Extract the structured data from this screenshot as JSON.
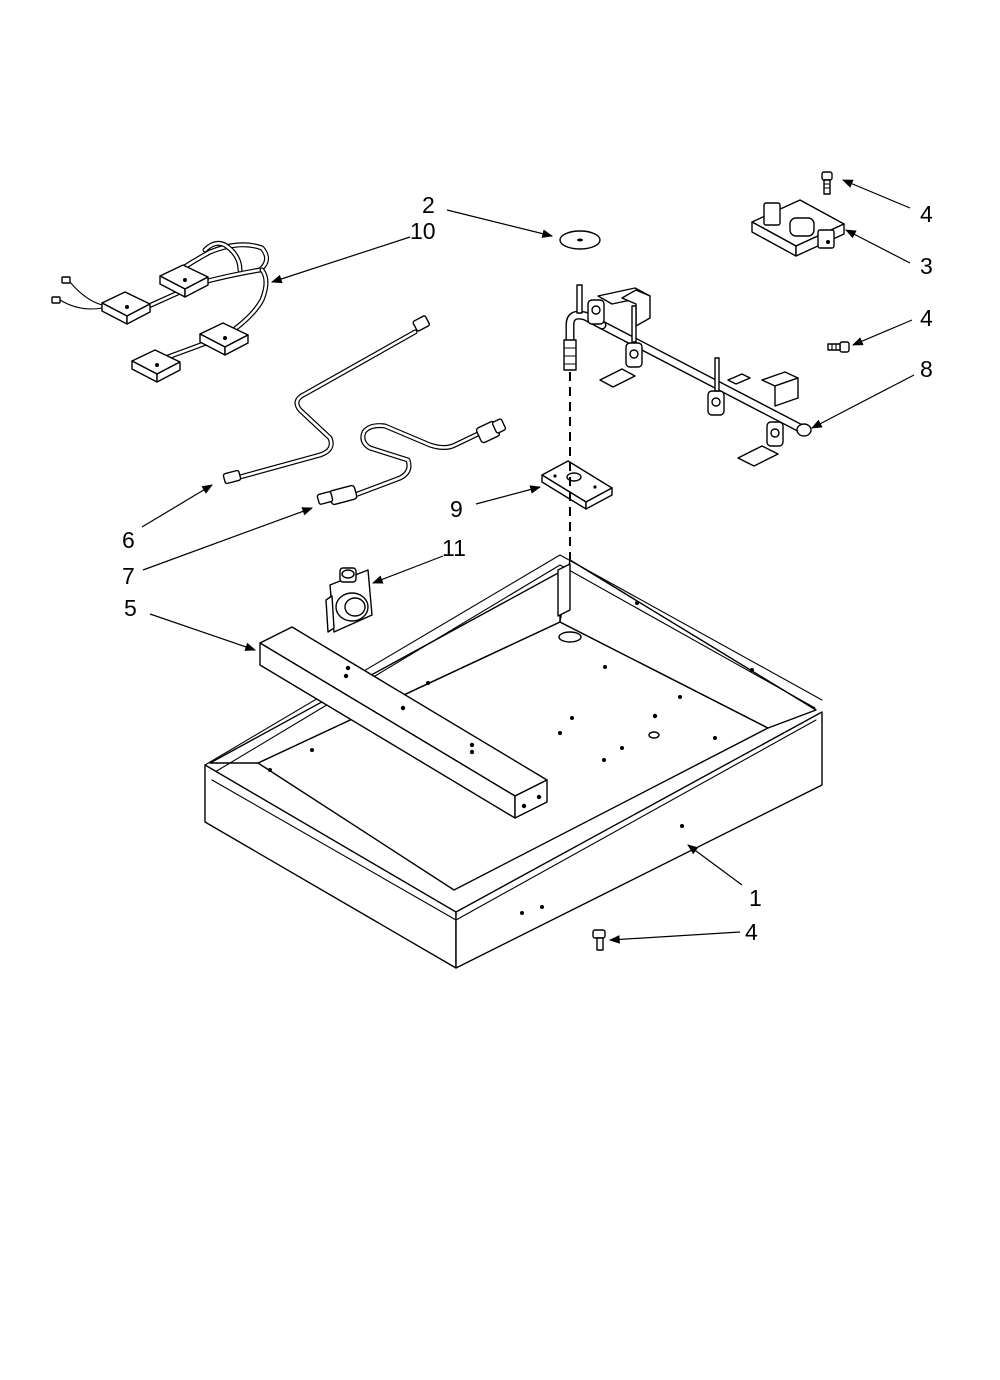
{
  "callouts": {
    "c1": "1",
    "c2": "2",
    "c3": "3",
    "c4_top": "4",
    "c4_mid": "4",
    "c4_bottom": "4",
    "c5": "5",
    "c6": "6",
    "c7": "7",
    "c8": "8",
    "c9": "9",
    "c10": "10",
    "c11": "11"
  },
  "colors": {
    "line": "#000000",
    "background": "#ffffff"
  }
}
